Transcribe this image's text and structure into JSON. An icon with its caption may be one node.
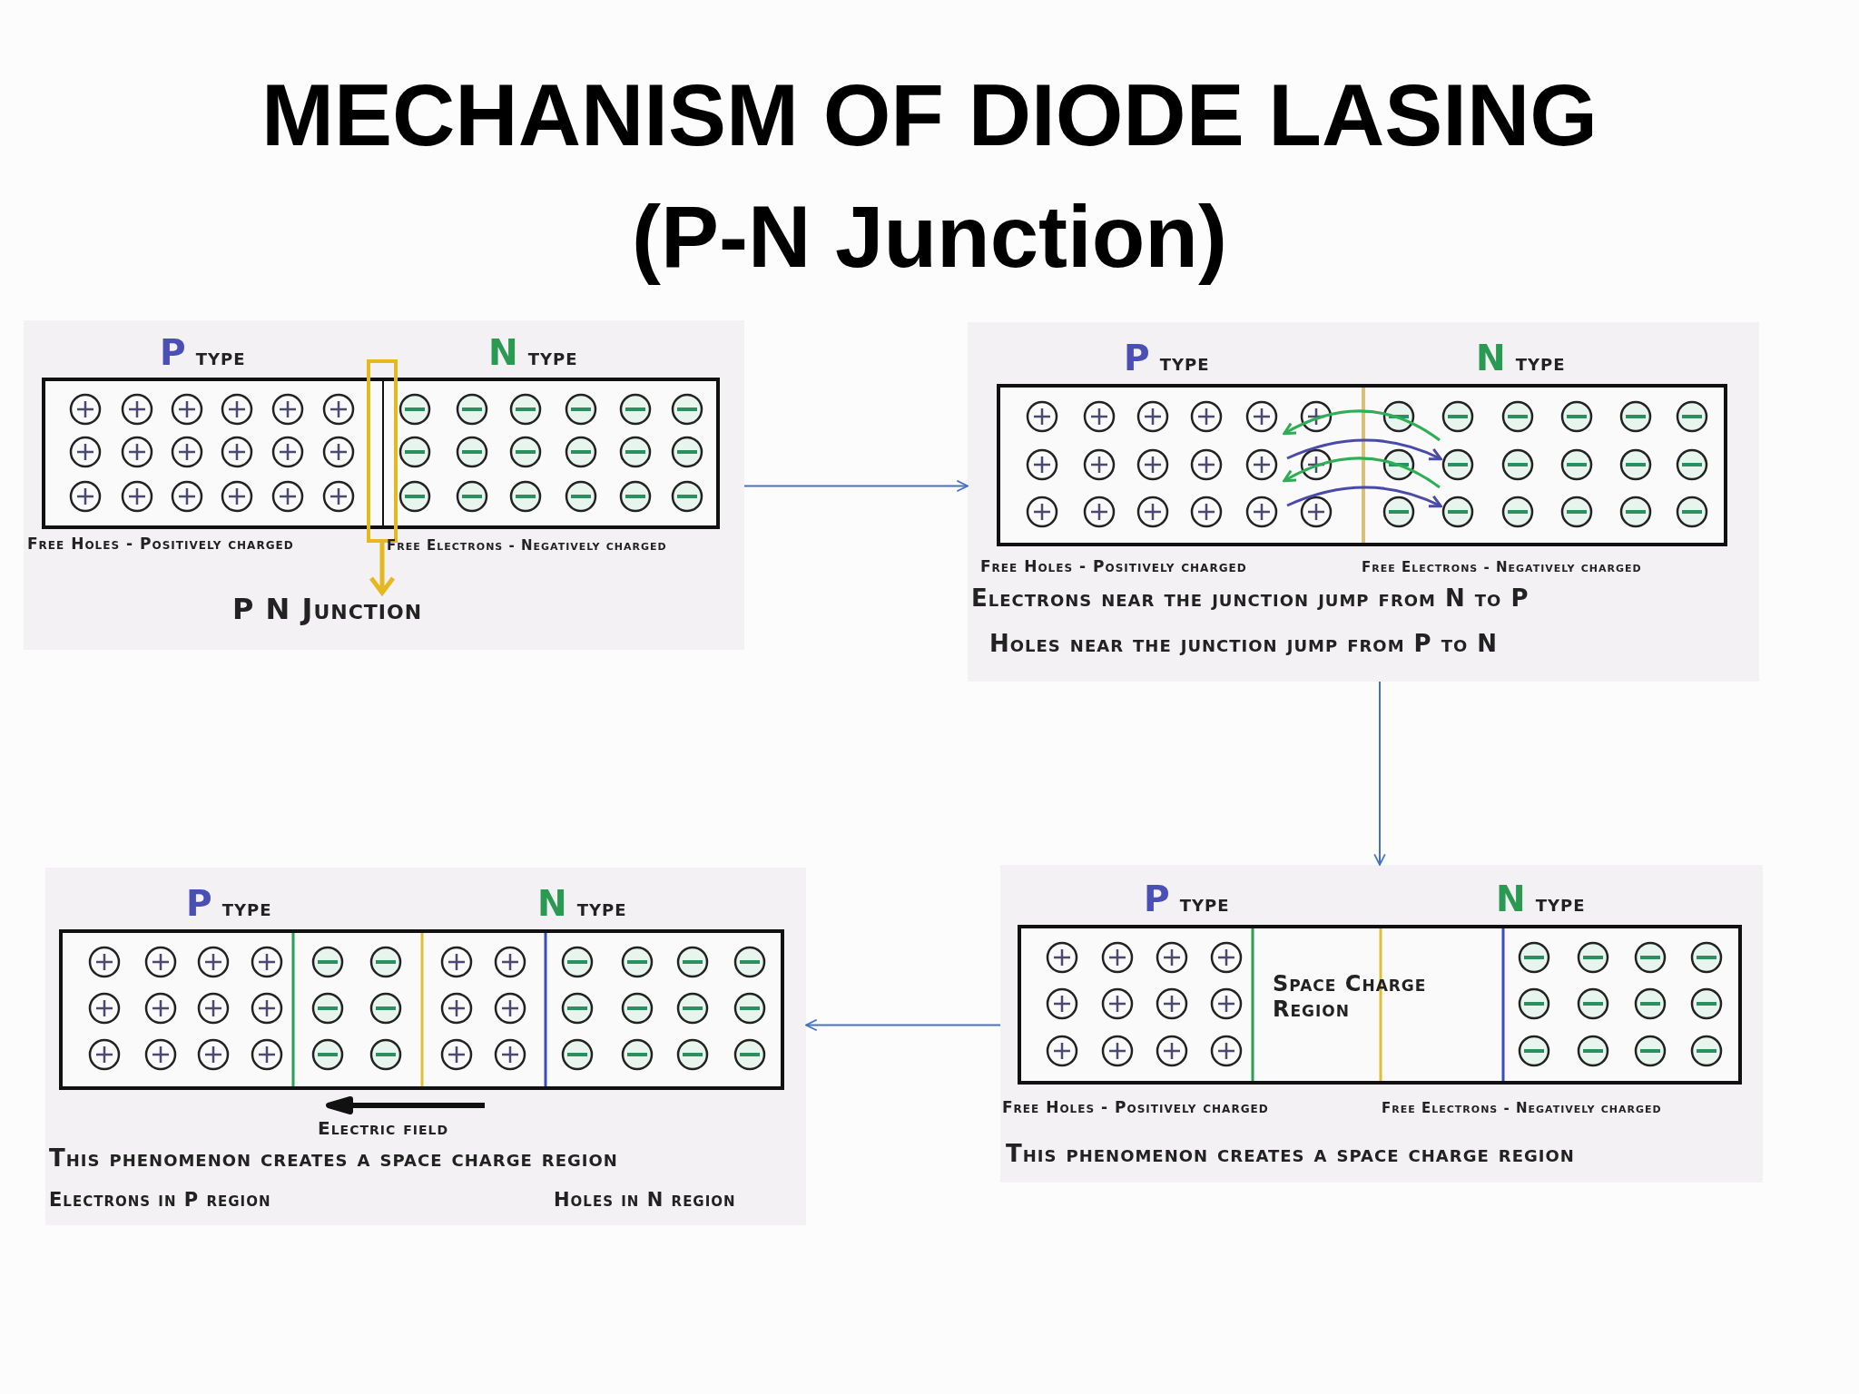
{
  "diagram": {
    "title": "MECHANISM OF DIODE LASING (P-N Junction)",
    "nodes": [
      {
        "text": [
          "P type",
          "N type",
          "Free Holes - Positively charged",
          "Free Electrons - Negatively charged",
          "P N Junction"
        ]
      },
      {
        "text": [
          "P type",
          "N type",
          "Free Holes - Positively charged",
          "Free Electrons - Negatively charged",
          "Electrons near the junction jump from N to P",
          "Holes near the junction jump from P to N"
        ]
      },
      {
        "text": [
          "P type",
          "N type",
          "Space Charge Region",
          "Free Holes - Positively charged",
          "Free Electrons - Negatively charged",
          "This phenomenon creates a space charge region"
        ]
      },
      {
        "text": [
          "P type",
          "N type",
          "Electric field",
          "This phenomenon creates a space charge region",
          "Electrons in P region",
          "Holes in N region"
        ]
      }
    ],
    "edges": [
      {
        "from": 0,
        "to": 1,
        "arrow": "to"
      },
      {
        "from": 1,
        "to": 2,
        "arrow": "to"
      },
      {
        "from": 2,
        "to": 3,
        "arrow": "to"
      }
    ]
  }
}
